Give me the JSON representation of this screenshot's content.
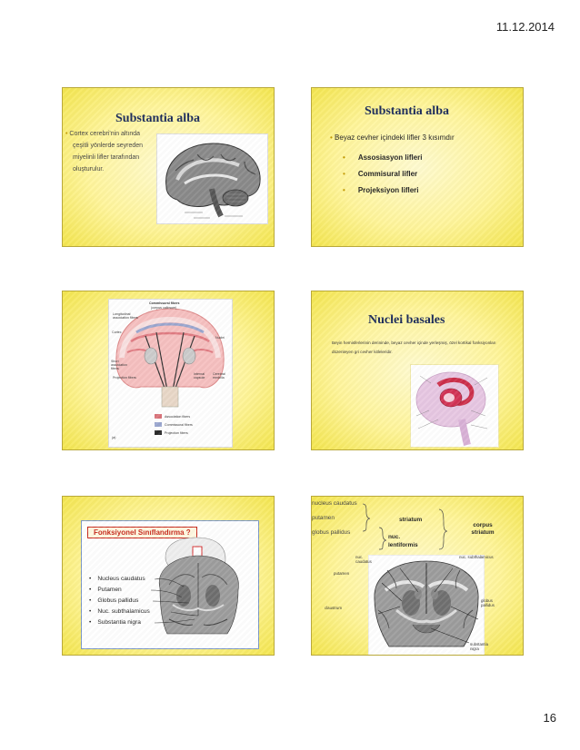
{
  "page": {
    "date": "11.12.2014",
    "number": "16"
  },
  "s1": {
    "title": "Substantia alba",
    "text": [
      "Cortex cerebri'nin altında",
      "çeşitli yönlerde seyreden",
      "miyelinli lifler tarafından",
      "oluşturulur."
    ]
  },
  "s2": {
    "title": "Substantia alba",
    "bullet": "Beyaz cevher içindeki lifler 3 kısımdır",
    "items": [
      "Assosiasyon lifleri",
      "Commisural lifler",
      "Projeksiyon lifleri"
    ]
  },
  "s3": {
    "labels": {
      "commissural": "Commissural fibers",
      "commissural_sub": "(corpus callosum)",
      "longitudinal": "Longitudinal association fibers",
      "cortex": "Cortex",
      "nuclei": "Nuclei",
      "short": "Short association fibers",
      "projection": "Projection fibers",
      "internal": "Internal capsule",
      "medulla": "Cerebral medulla",
      "panel": "(a)"
    },
    "legend": [
      {
        "label": "Association fibers",
        "color": "#d9737a"
      },
      {
        "label": "Commissural fibers",
        "color": "#9aa6cf"
      },
      {
        "label": "Projection fibers",
        "color": "#2a2a2a"
      }
    ]
  },
  "s4": {
    "title": "Nuclei basales",
    "text": "Beyin hemisferlerinin derininde, beyaz cevher içinde yerleşmiş, özel kortikal fonksiyonları düzenleyen gri cevher kitleleridir."
  },
  "s5": {
    "box_title": "Fonksiyonel Sınıflandırma ?",
    "items": [
      "Nucleus caudatus",
      "Putamen",
      "Globus pallidus",
      "Nuc. subthalamicus",
      "Substantia nigra"
    ]
  },
  "s6": {
    "list": [
      "nucleus caudatus",
      "putamen",
      "globus pallidus"
    ],
    "striatum": "striatum",
    "lentiformis": "nuc. lentiformis",
    "corpus": "corpus striatum",
    "img_labels": {
      "caudatus": "nuc. caudatus",
      "subthal": "nuc. subthalamicus",
      "putamen": "putamen",
      "claustrum": "claustrum",
      "globus": "globus pallidus",
      "nigra": "substantia nigra"
    }
  }
}
